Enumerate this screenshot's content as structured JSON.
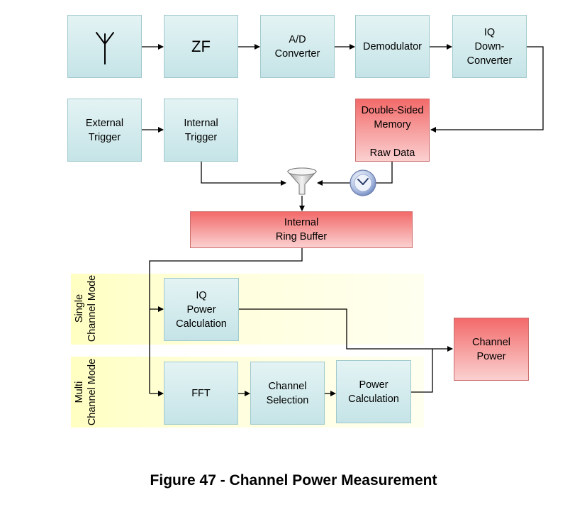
{
  "blocks": {
    "antenna": {
      "label": ""
    },
    "zf": {
      "label": "ZF"
    },
    "ad_converter": {
      "line1": "A/D",
      "line2": "Converter"
    },
    "demodulator": {
      "label": "Demodulator"
    },
    "iq_downconverter": {
      "line1": "IQ",
      "line2": "Down-",
      "line3": "Converter"
    },
    "external_trigger": {
      "line1": "External",
      "line2": "Trigger"
    },
    "internal_trigger": {
      "line1": "Internal",
      "line2": "Trigger"
    },
    "double_sided_memory": {
      "line1": "Double-Sided",
      "line2": "Memory",
      "line3": "Raw Data"
    },
    "internal_ring_buffer": {
      "line1": "Internal",
      "line2": "Ring Buffer"
    },
    "iq_power_calculation": {
      "line1": "IQ",
      "line2": "Power",
      "line3": "Calculation"
    },
    "fft": {
      "label": "FFT"
    },
    "channel_selection": {
      "line1": "Channel",
      "line2": "Selection"
    },
    "power_calculation": {
      "line1": "Power",
      "line2": "Calculation"
    },
    "channel_power": {
      "line1": "Channel",
      "line2": "Power"
    }
  },
  "modes": {
    "single": {
      "line1": "Single",
      "line2": "Channel Mode"
    },
    "multi": {
      "line1": "Multi",
      "line2": "Channel Mode"
    }
  },
  "icons": {
    "filter": "funnel-icon",
    "clock": "clock-icon",
    "antenna": "antenna-icon"
  },
  "colors": {
    "block_fill": "#c5e4e7",
    "memory_fill": "#f36a6a",
    "mode_band": "#ffffc2"
  },
  "caption": "Figure 47 - Channel Power Measurement"
}
